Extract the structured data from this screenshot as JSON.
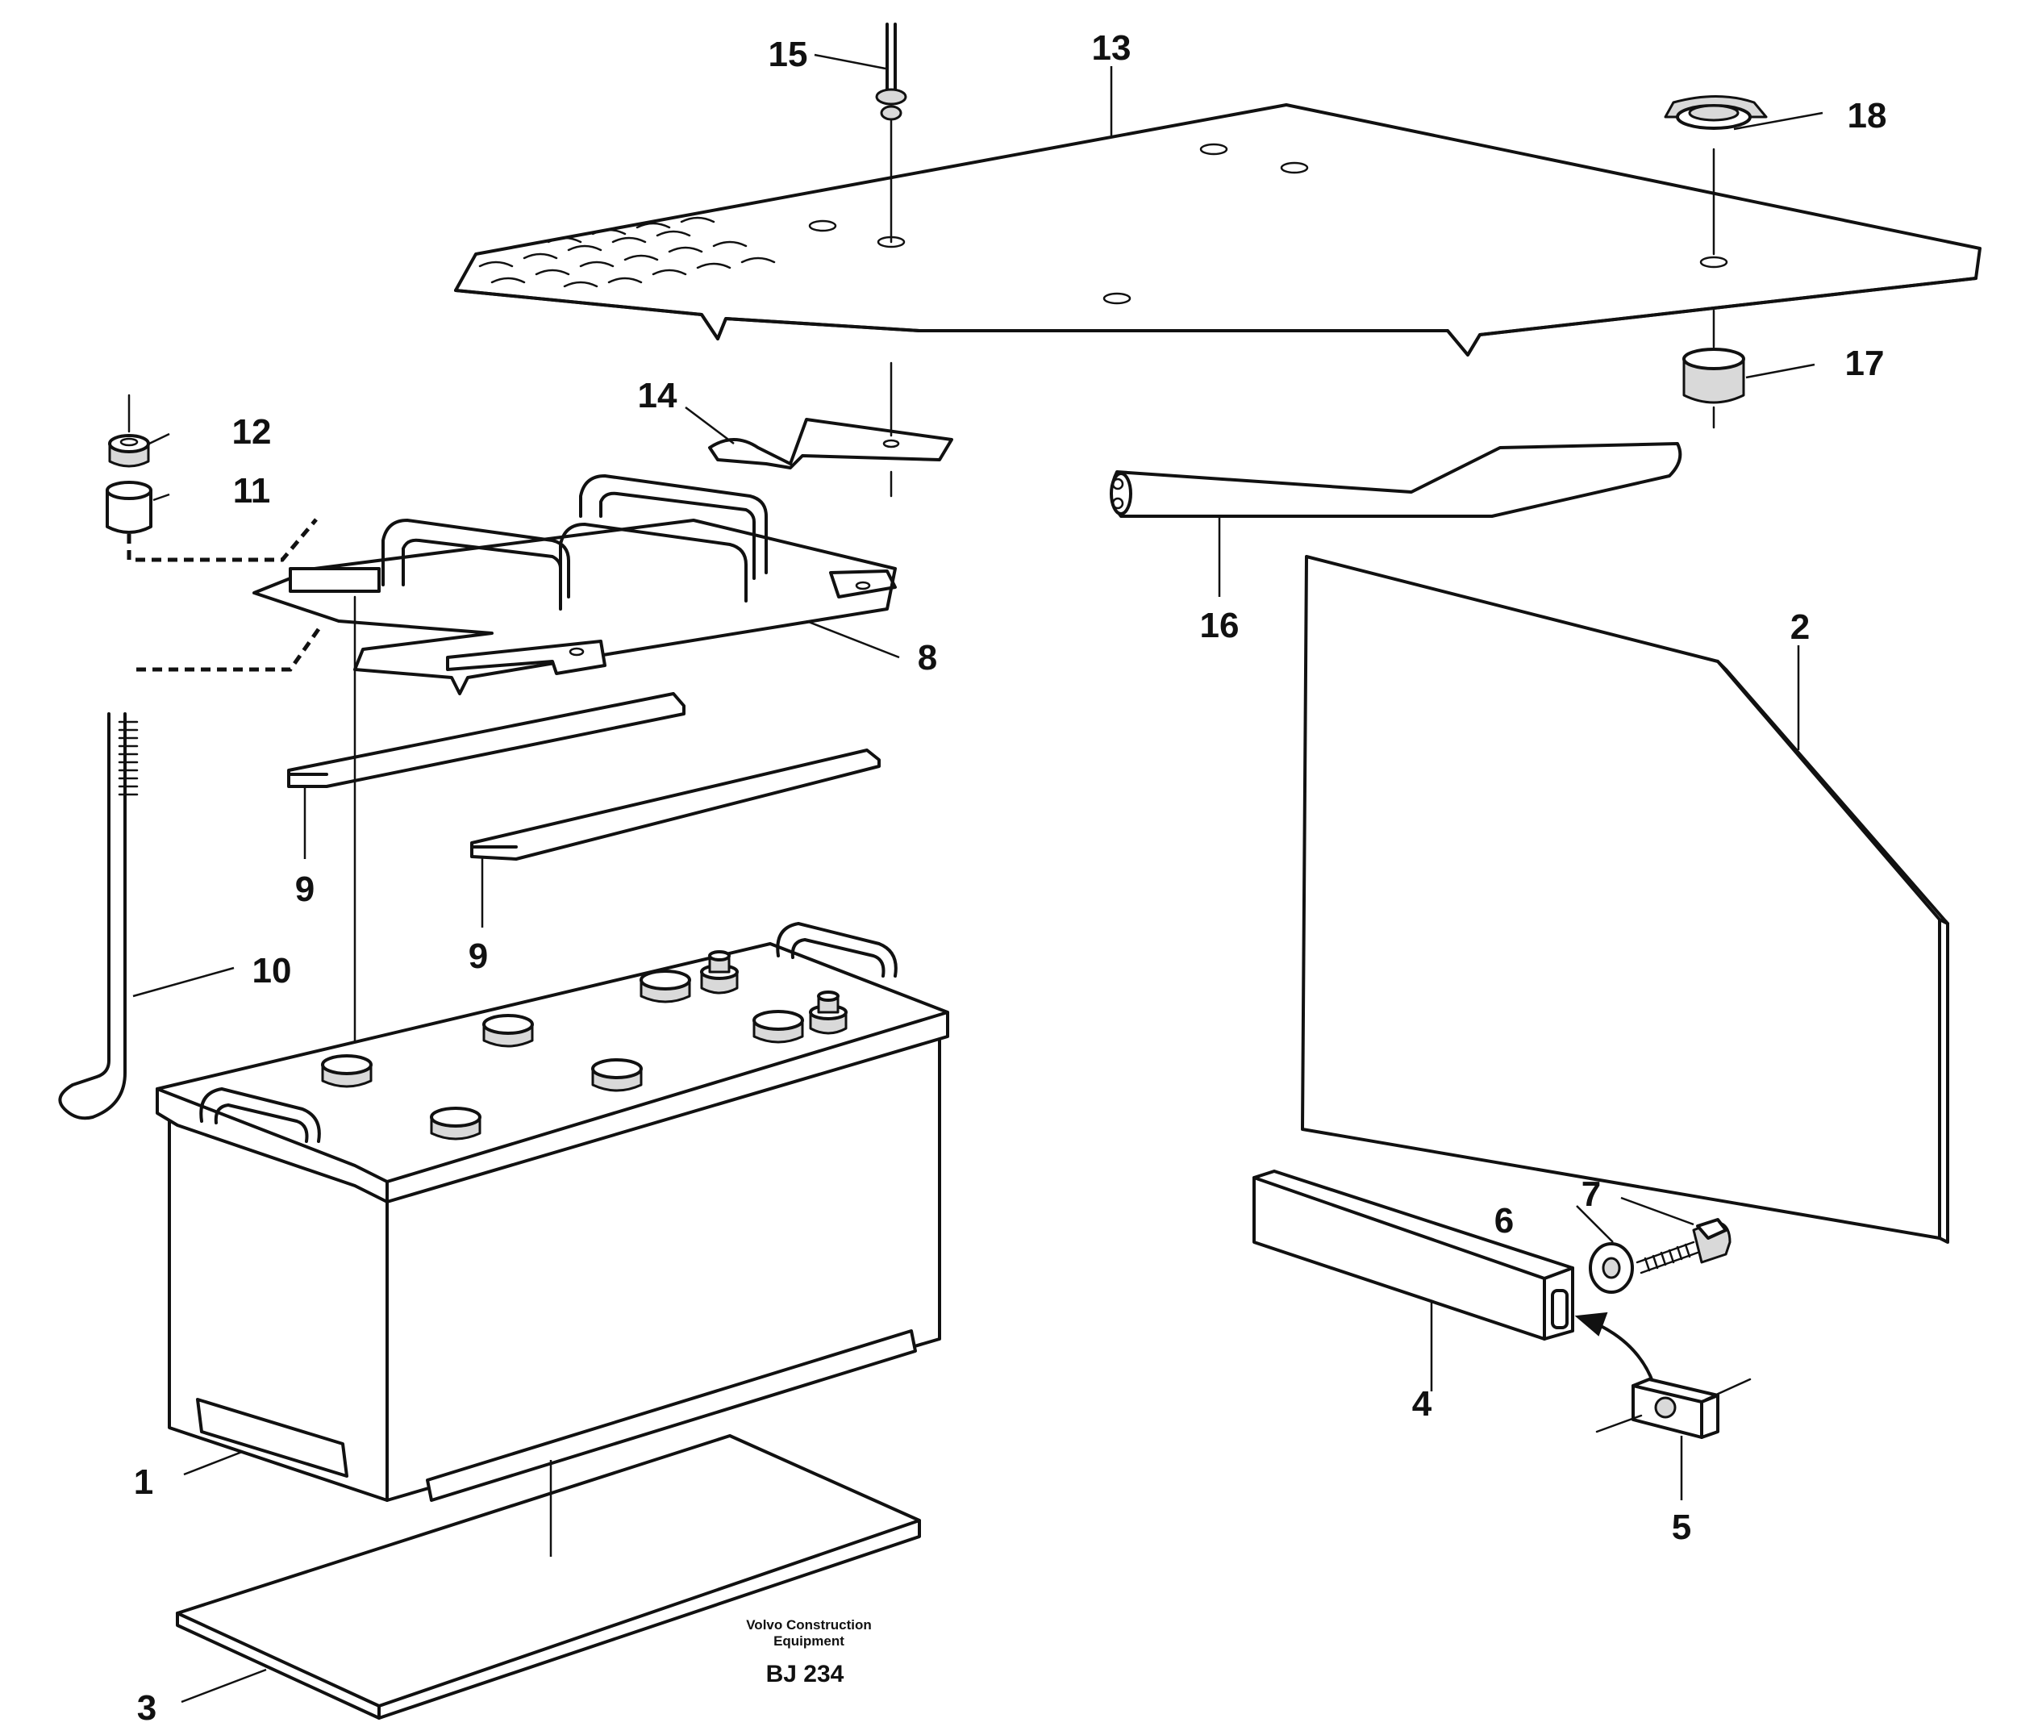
{
  "diagram": {
    "labels": {
      "p1": "1",
      "p2": "2",
      "p3": "3",
      "p4": "4",
      "p5": "5",
      "p6": "6",
      "p7": "7",
      "p8": "8",
      "p9a": "9",
      "p9b": "9",
      "p10": "10",
      "p11": "11",
      "p12": "12",
      "p13": "13",
      "p14": "14",
      "p15": "15",
      "p16": "16",
      "p17": "17",
      "p18": "18"
    },
    "caption": {
      "line1": "Volvo Construction",
      "line2": "Equipment",
      "code": "BJ 234"
    }
  }
}
